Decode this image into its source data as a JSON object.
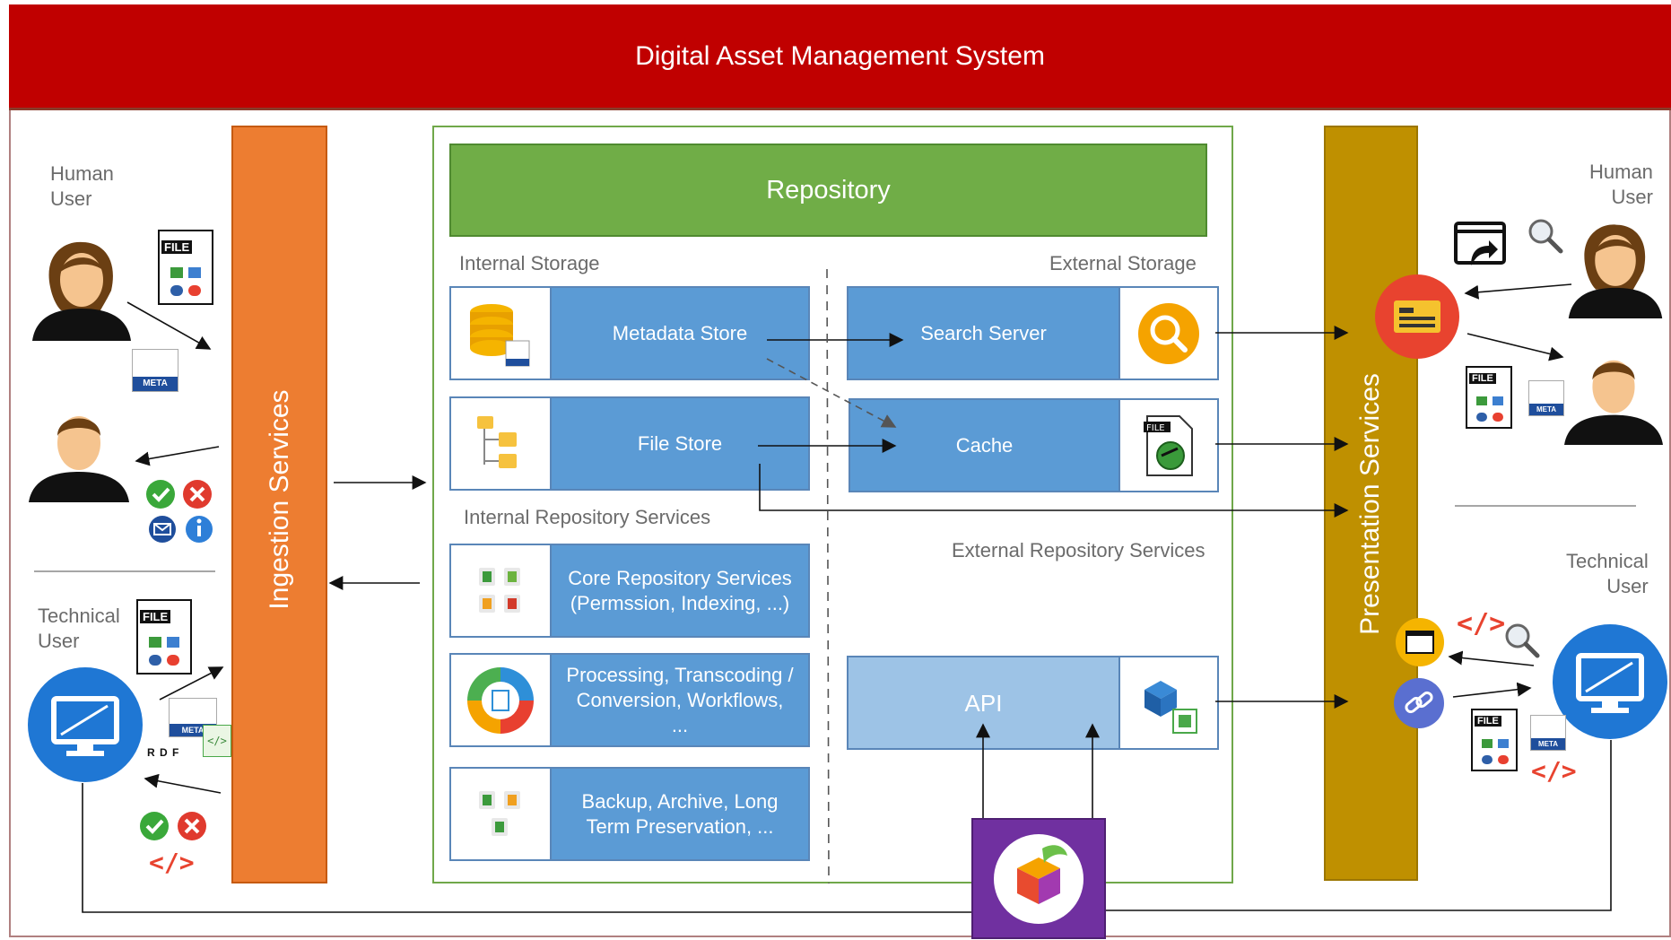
{
  "title": "Digital Asset Management System",
  "left": {
    "human_user": "Human\nUser",
    "technical_user": "Technical\nUser",
    "ingestion": "Ingestion Services"
  },
  "right": {
    "human_user": "Human\nUser",
    "technical_user": "Technical\nUser",
    "presentation": "Presentation Services"
  },
  "repository": {
    "title": "Repository",
    "internal_storage": "Internal Storage",
    "external_storage": "External Storage",
    "internal_services": "Internal Repository Services",
    "external_services": "External Repository Services",
    "metadata_store": "Metadata Store",
    "file_store": "File Store",
    "search_server": "Search Server",
    "cache": "Cache",
    "core_services": "Core Repository Services\n(Permssion, Indexing, ...)",
    "processing": "Processing, Transcoding /\nConversion, Workflows,\n...",
    "backup": "Backup, Archive, Long\nTerm Preservation, ...",
    "api": "API"
  },
  "badges": {
    "file": "FILE",
    "meta": "META",
    "rdf": "R D F",
    "code": "</>"
  },
  "colors": {
    "header": "#c00000",
    "ingestion": "#ed7d31",
    "presentation": "#bf9000",
    "repository": "#70ad47",
    "box": "#5b9bd5",
    "api": "#9dc3e6",
    "monitor": "#1f77d4"
  }
}
